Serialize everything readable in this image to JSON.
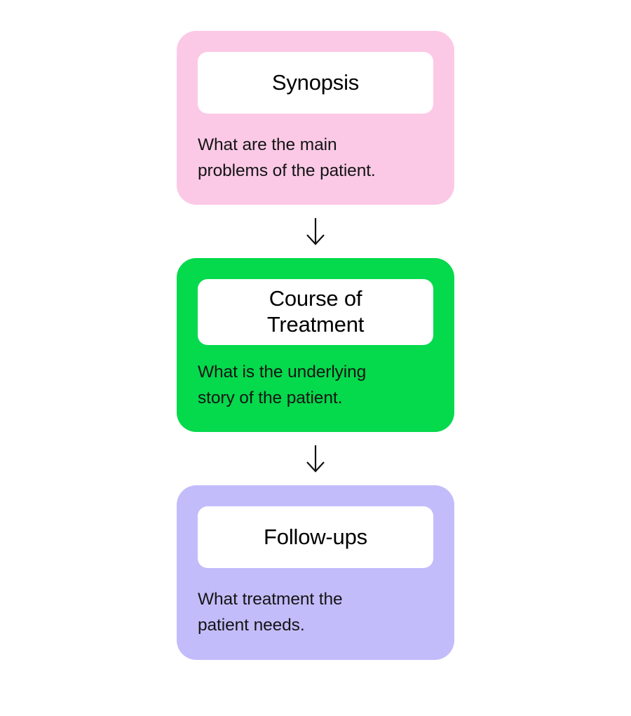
{
  "diagram": {
    "name": "clinical-note-sections-flow",
    "background_color": "#FFFFFF",
    "orientation": "vertical",
    "steps": [
      {
        "id": "synopsis",
        "title": "Synopsis",
        "body": "What are the main\nproblems of the patient.",
        "card_color": "#FBC9E6",
        "title_box_color": "#FFFFFF",
        "title_color": "#000000",
        "body_color": "#141414"
      },
      {
        "id": "course-of-treatment",
        "title": "Course of\nTreatment",
        "body": "What is the underlying\nstory of the patient.",
        "card_color": "#05D94C",
        "title_box_color": "#FFFFFF",
        "title_color": "#000000",
        "body_color": "#141414"
      },
      {
        "id": "follow-ups",
        "title": "Follow-ups",
        "body": "What treatment the\npatient needs.",
        "card_color": "#C3BCFB",
        "title_box_color": "#FFFFFF",
        "title_color": "#000000",
        "body_color": "#141414"
      }
    ],
    "connectors": [
      {
        "id": "connector-1",
        "icon": "arrow-down-icon",
        "glyph": "↓",
        "color": "#111111"
      },
      {
        "id": "connector-2",
        "icon": "arrow-down-icon",
        "glyph": "↓",
        "color": "#111111"
      }
    ]
  }
}
